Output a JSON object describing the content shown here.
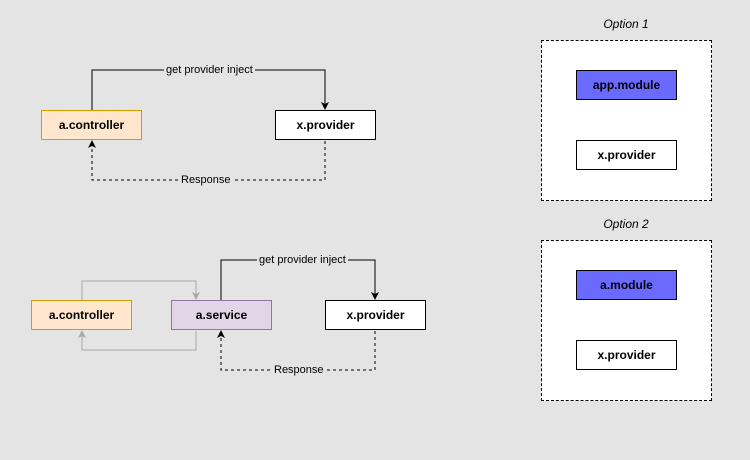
{
  "diagram_top": {
    "controller": "a.controller",
    "provider": "x.provider",
    "inject_label": "get provider inject",
    "response_label": "Response"
  },
  "diagram_bottom": {
    "controller": "a.controller",
    "service": "a.service",
    "provider": "x.provider",
    "inject_label": "get provider inject",
    "response_label": "Response"
  },
  "option1": {
    "title": "Option 1",
    "module": "app.module",
    "provider": "x.provider"
  },
  "option2": {
    "title": "Option 2",
    "module": "a.module",
    "provider": "x.provider"
  },
  "colors": {
    "background": "#e4e4e4",
    "controller_fill": "#ffe6cc",
    "controller_border": "#d79b00",
    "service_fill": "#e1d5e7",
    "service_border": "#9673a6",
    "module_fill": "#6a6aff",
    "gray_arrow": "#a8a8a8"
  }
}
